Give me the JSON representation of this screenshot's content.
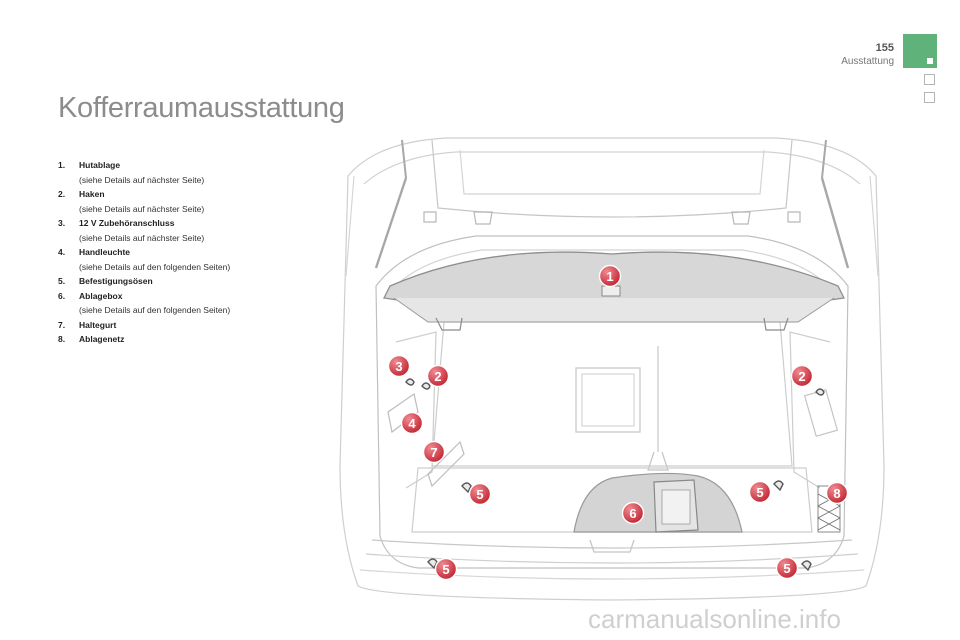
{
  "header": {
    "page_number": "155",
    "section": "Ausstattung"
  },
  "title": "Kofferraumausstattung",
  "legend": [
    {
      "num": "1.",
      "name": "Hutablage",
      "detail": "(siehe Details auf nächster Seite)"
    },
    {
      "num": "2.",
      "name": "Haken",
      "detail": "(siehe Details auf nächster Seite)"
    },
    {
      "num": "3.",
      "name": "12 V Zubehöranschluss",
      "detail": "(siehe Details auf nächster Seite)"
    },
    {
      "num": "4.",
      "name": "Handleuchte",
      "detail": "(siehe Details auf den folgenden Seiten)"
    },
    {
      "num": "5.",
      "name": "Befestigungsösen",
      "detail": ""
    },
    {
      "num": "6.",
      "name": "Ablagebox",
      "detail": "(siehe Details auf den folgenden Seiten)"
    },
    {
      "num": "7.",
      "name": "Haltegurt",
      "detail": ""
    },
    {
      "num": "8.",
      "name": "Ablagenetz",
      "detail": ""
    }
  ],
  "callouts": {
    "c1": "1",
    "c2a": "2",
    "c2b": "2",
    "c3": "3",
    "c4": "4",
    "c5a": "5",
    "c5b": "5",
    "c5c": "5",
    "c5d": "5",
    "c6": "6",
    "c7": "7",
    "c8": "8"
  },
  "watermark": "carmanualsonline.info",
  "colors": {
    "accent_green": "#5fb37a",
    "callout_red": "#d93b47"
  }
}
